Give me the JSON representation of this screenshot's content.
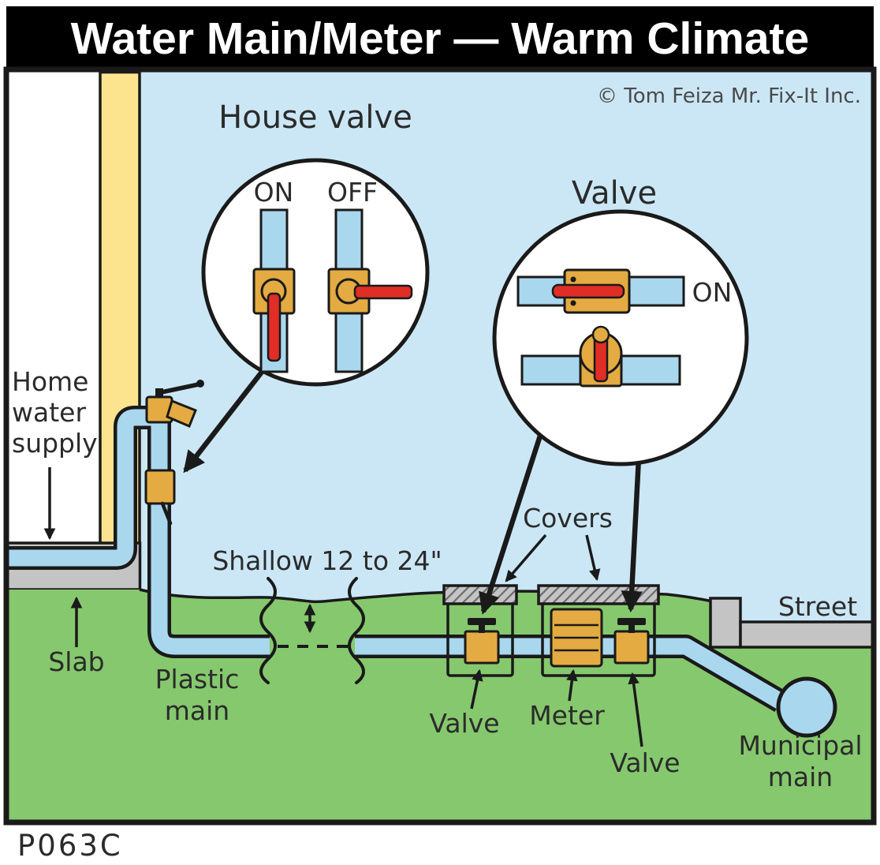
{
  "title": "Water Main/Meter — Warm Climate",
  "copyright": "© Tom Feiza Mr. Fix-It Inc.",
  "part_code": "P063C",
  "colors": {
    "sky": "#cbe7f6",
    "ground_green": "#86c86e",
    "pipe_blue": "#a9d7ee",
    "brass": "#e3ab41",
    "handle_red": "#e02d26",
    "concrete_gray": "#c4c4c4",
    "wall_yellow": "#fce48e",
    "outline": "#1a1a1a",
    "ink": "#2b2b2b"
  },
  "callouts": {
    "house_valve": {
      "title": "House valve",
      "on_label": "ON",
      "off_label": "OFF"
    },
    "buried_valve": {
      "title": "Valve",
      "on_label": "ON"
    }
  },
  "labels": {
    "home_water_supply": {
      "line1": "Home",
      "line2": "water",
      "line3": "supply"
    },
    "slab": "Slab",
    "plastic_main": {
      "line1": "Plastic",
      "line2": "main"
    },
    "shallow_depth": "Shallow 12 to 24\"",
    "covers": "Covers",
    "valve_left": "Valve",
    "meter": "Meter",
    "valve_right": "Valve",
    "street": "Street",
    "municipal_main": {
      "line1": "Municipal",
      "line2": "main"
    }
  }
}
